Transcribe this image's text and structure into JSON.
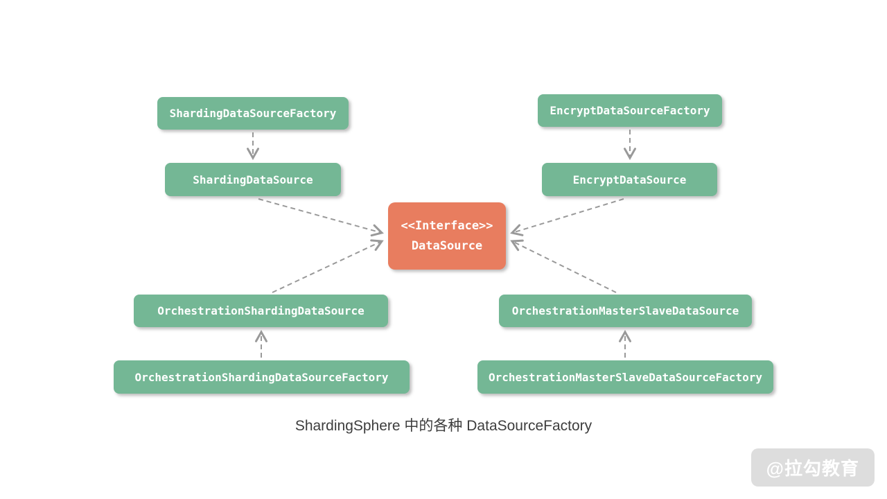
{
  "diagram": {
    "nodes": {
      "sharding_factory": {
        "label": "ShardingDataSourceFactory"
      },
      "sharding_ds": {
        "label": "ShardingDataSource"
      },
      "encrypt_factory": {
        "label": "EncryptDataSourceFactory"
      },
      "encrypt_ds": {
        "label": "EncryptDataSource"
      },
      "interface": {
        "stereotype": "<<Interface>>",
        "label": "DataSource"
      },
      "orch_sharding_ds": {
        "label": "OrchestrationShardingDataSource"
      },
      "orch_sharding_factory": {
        "label": "OrchestrationShardingDataSourceFactory"
      },
      "orch_ms_ds": {
        "label": "OrchestrationMasterSlaveDataSource"
      },
      "orch_ms_factory": {
        "label": "OrchestrationMasterSlaveDataSourceFactory"
      }
    },
    "edges": [
      {
        "from": "sharding_factory",
        "to": "sharding_ds",
        "style": "dashed-arrow"
      },
      {
        "from": "encrypt_factory",
        "to": "encrypt_ds",
        "style": "dashed-arrow"
      },
      {
        "from": "orch_sharding_factory",
        "to": "orch_sharding_ds",
        "style": "dashed-arrow"
      },
      {
        "from": "orch_ms_factory",
        "to": "orch_ms_ds",
        "style": "dashed-arrow"
      },
      {
        "from": "sharding_ds",
        "to": "interface",
        "style": "dashed-arrow"
      },
      {
        "from": "encrypt_ds",
        "to": "interface",
        "style": "dashed-arrow"
      },
      {
        "from": "orch_sharding_ds",
        "to": "interface",
        "style": "dashed-arrow"
      },
      {
        "from": "orch_ms_ds",
        "to": "interface",
        "style": "dashed-arrow"
      }
    ],
    "caption": "ShardingSphere 中的各种 DataSourceFactory",
    "watermark": "@拉勾教育",
    "colors": {
      "node_green": "#74b795",
      "node_orange": "#e87d5f",
      "arrow_gray": "#999999",
      "caption_text": "#3d3d3d",
      "watermark_bg": "#d2d2d2",
      "watermark_text": "#ffffff"
    }
  }
}
